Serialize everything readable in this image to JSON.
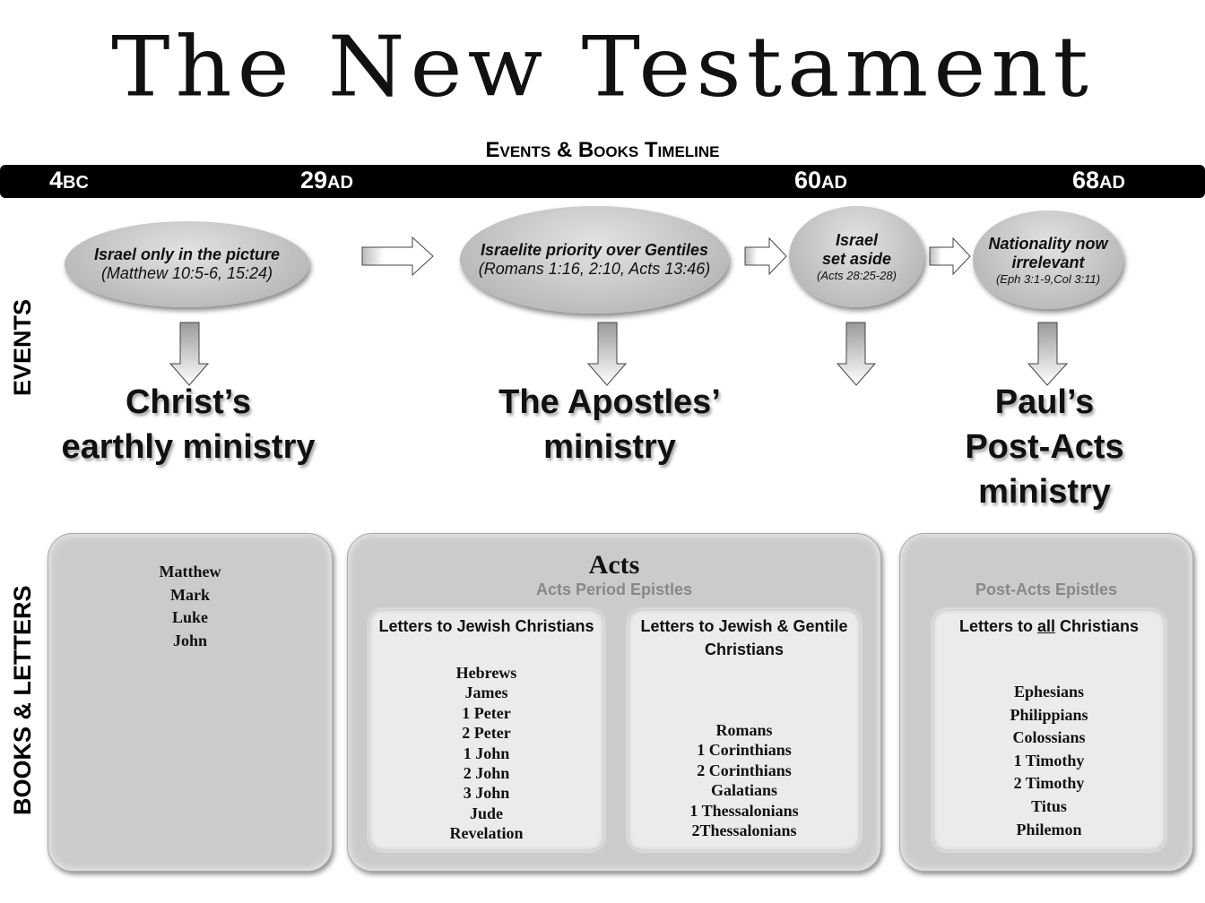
{
  "title": "The New Testament",
  "subtitle": "Events & Books Timeline",
  "timeline": [
    {
      "num": "4",
      "suffix": "BC"
    },
    {
      "num": "29",
      "suffix": "AD"
    },
    {
      "num": "60",
      "suffix": "AD"
    },
    {
      "num": "68",
      "suffix": "AD"
    }
  ],
  "events": [
    {
      "head": "Israel only in the picture",
      "ref": "(Matthew 10:5-6, 15:24)"
    },
    {
      "head": "Israelite priority over Gentiles",
      "ref": "(Romans 1:16, 2:10, Acts 13:46)"
    },
    {
      "head1": "Israel",
      "head2": "set aside",
      "ref": "(Acts 28:25-28)"
    },
    {
      "head1": "Nationality now",
      "head2": "irrelevant",
      "ref": "(Eph 3:1-9,Col 3:11)"
    }
  ],
  "ministries": [
    {
      "lines": [
        "Christ’s",
        "earthly ministry"
      ]
    },
    {
      "lines": [
        "The Apostles’",
        "ministry"
      ]
    },
    {
      "lines": [
        "Paul’s",
        "Post-Acts",
        "ministry"
      ]
    }
  ],
  "side_labels": {
    "events": "EVENTS",
    "books": "BOOKS & LETTERS"
  },
  "gospels": [
    "Matthew",
    "Mark",
    "Luke",
    "John"
  ],
  "acts": {
    "title": "Acts",
    "section": "Acts Period Epistles",
    "jewish": {
      "heading": "Letters to Jewish Christians",
      "books": [
        "Hebrews",
        "James",
        "1 Peter",
        "2 Peter",
        "1 John",
        "2 John",
        "3 John",
        "Jude",
        "Revelation"
      ]
    },
    "mixed": {
      "heading1": "Letters to Jewish & Gentile",
      "heading2": "Christians",
      "books": [
        "Romans",
        "1 Corinthians",
        "2 Corinthians",
        "Galatians",
        "1 Thessalonians",
        "2Thessalonians"
      ]
    }
  },
  "post_acts": {
    "section": "Post-Acts Epistles",
    "heading_pre": "Letters to ",
    "heading_em": "all",
    "heading_post": " Christians",
    "books": [
      "Ephesians",
      "Philippians",
      "Colossians",
      "1 Timothy",
      "2 Timothy",
      "Titus",
      "Philemon"
    ]
  }
}
